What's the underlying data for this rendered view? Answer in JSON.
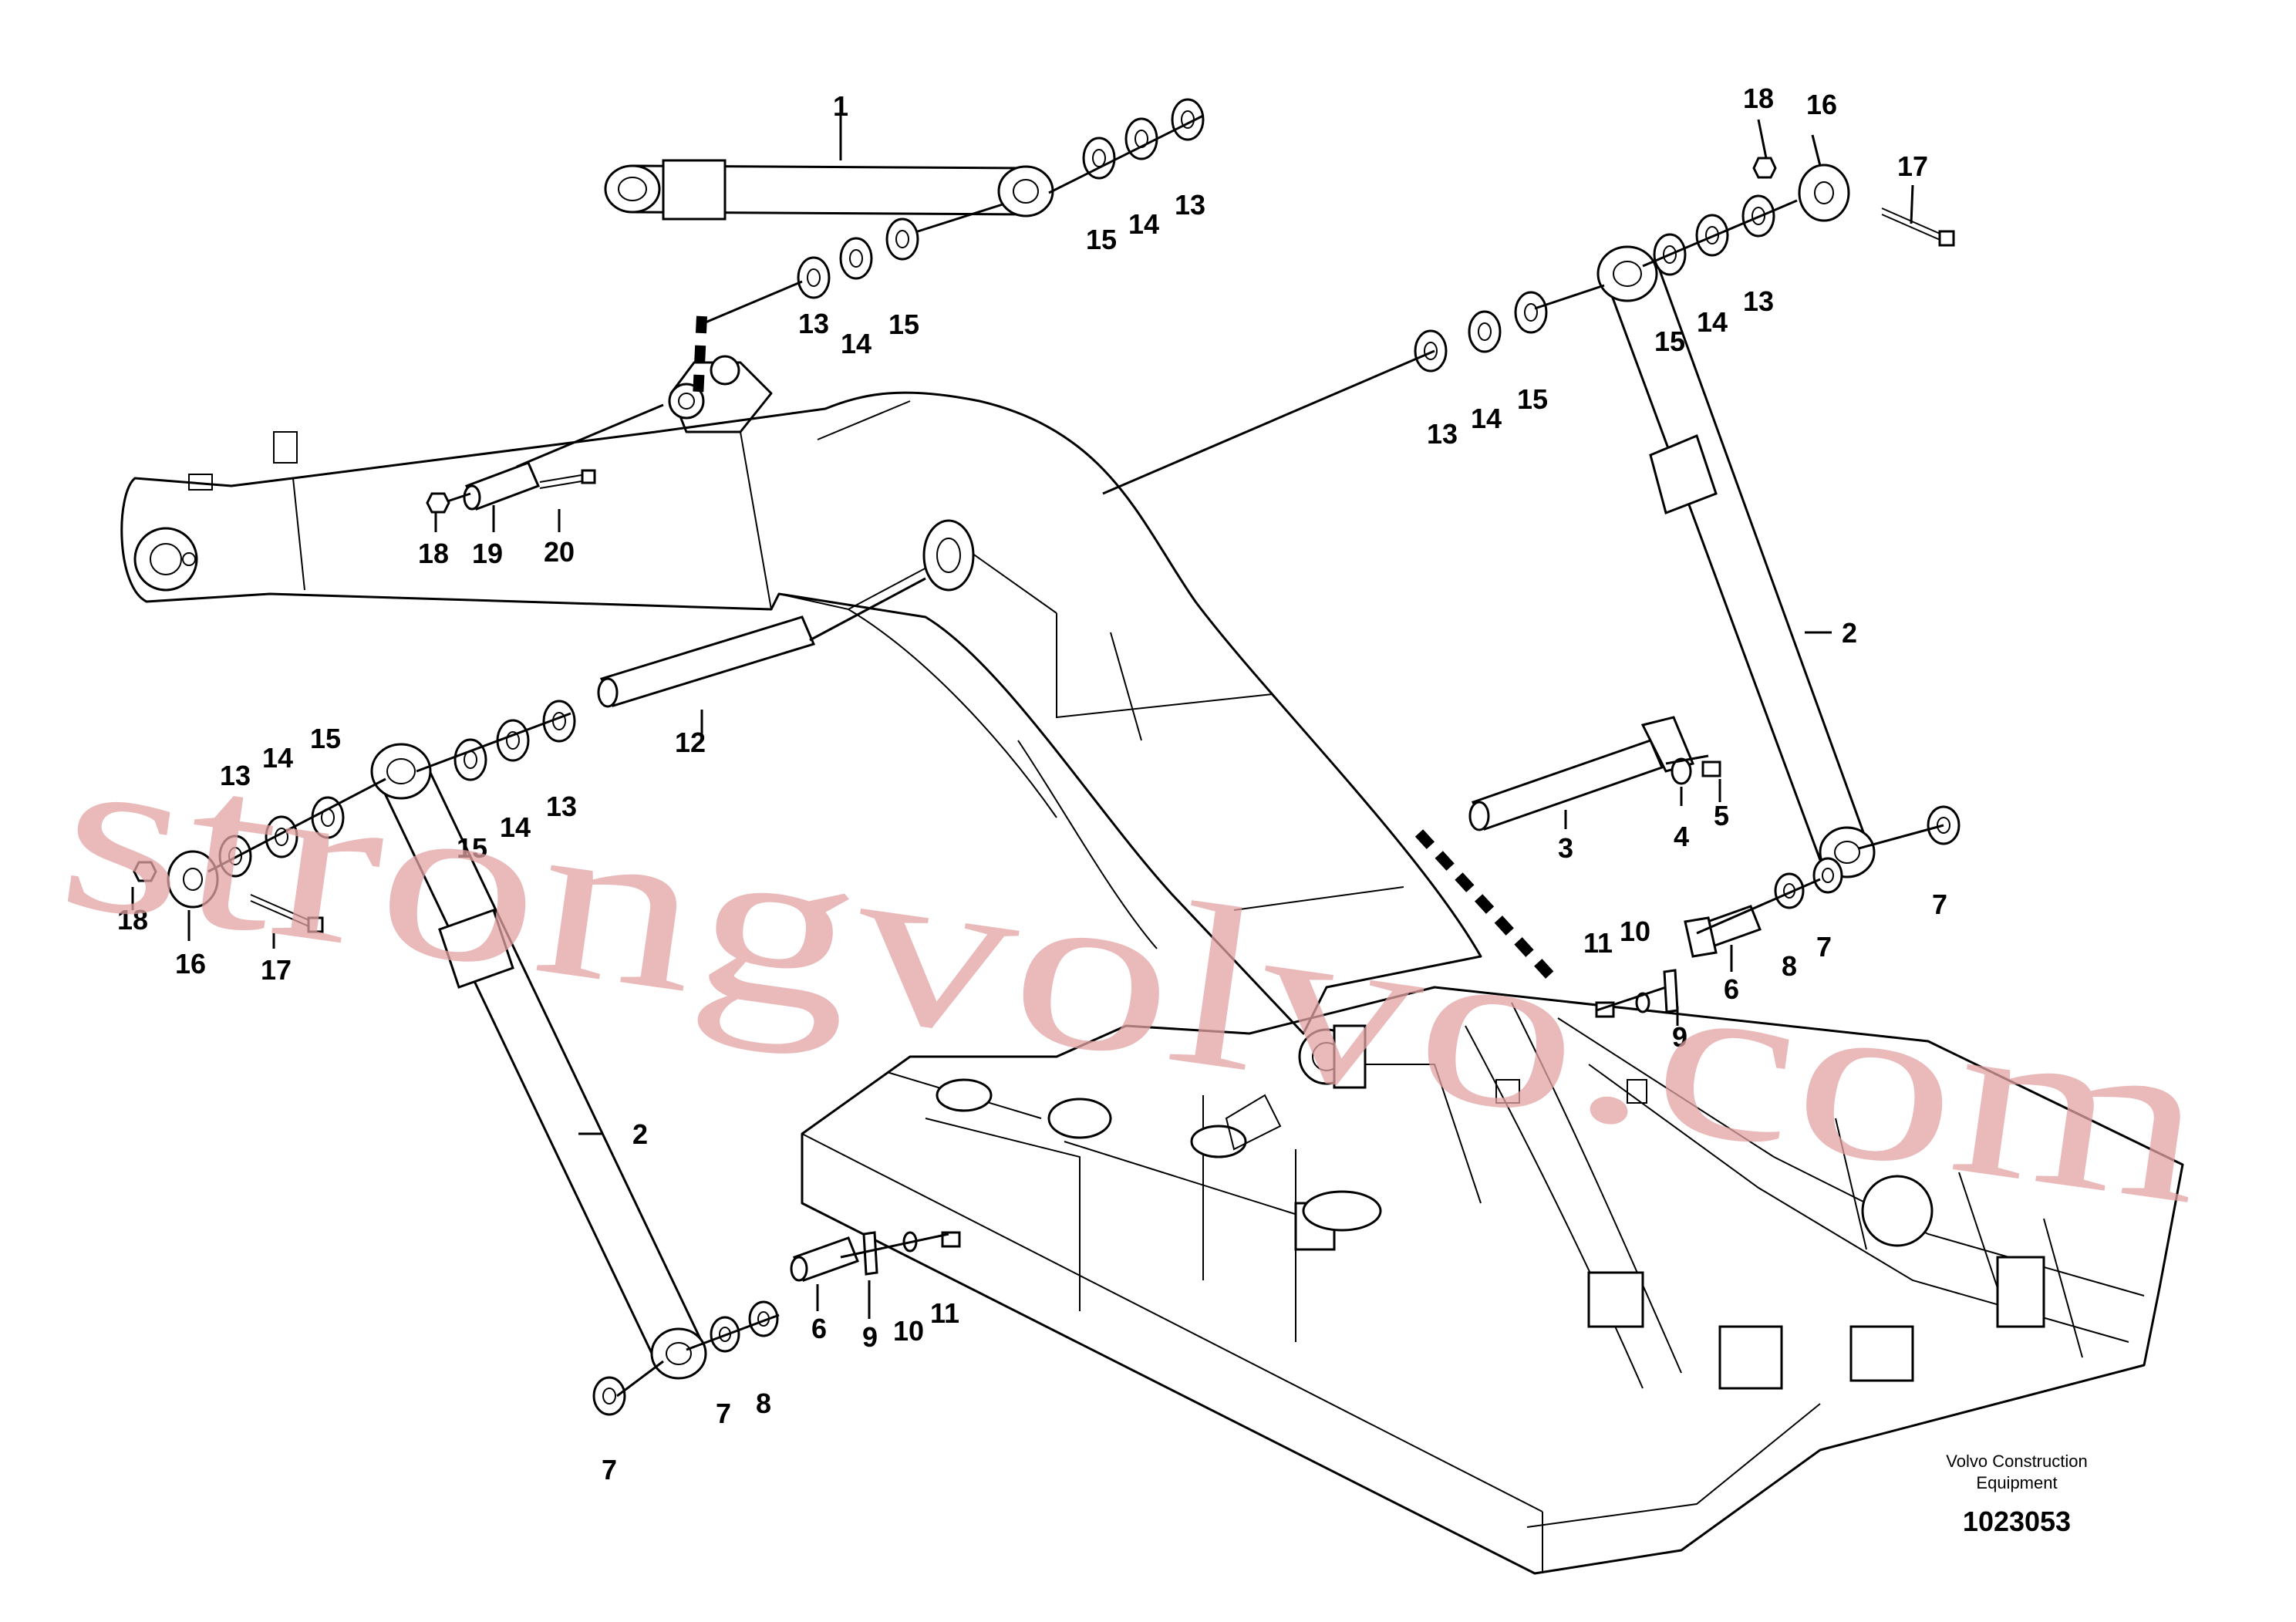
{
  "watermark": "strongvolvo.com",
  "company": {
    "line1": "Volvo Construction",
    "line2": "Equipment"
  },
  "drawing_number": "1023053",
  "callouts": [
    {
      "id": "c1",
      "label": "1"
    },
    {
      "id": "c2a",
      "label": "2"
    },
    {
      "id": "c2b",
      "label": "2"
    },
    {
      "id": "c3",
      "label": "3"
    },
    {
      "id": "c4",
      "label": "4"
    },
    {
      "id": "c5",
      "label": "5"
    },
    {
      "id": "c6a",
      "label": "6"
    },
    {
      "id": "c6b",
      "label": "6"
    },
    {
      "id": "c7a",
      "label": "7"
    },
    {
      "id": "c7b",
      "label": "7"
    },
    {
      "id": "c7c",
      "label": "7"
    },
    {
      "id": "c7d",
      "label": "7"
    },
    {
      "id": "c8a",
      "label": "8"
    },
    {
      "id": "c8b",
      "label": "8"
    },
    {
      "id": "c9a",
      "label": "9"
    },
    {
      "id": "c9b",
      "label": "9"
    },
    {
      "id": "c10a",
      "label": "10"
    },
    {
      "id": "c10b",
      "label": "10"
    },
    {
      "id": "c11a",
      "label": "11"
    },
    {
      "id": "c11b",
      "label": "11"
    },
    {
      "id": "c12",
      "label": "12"
    },
    {
      "id": "c13a",
      "label": "13"
    },
    {
      "id": "c13b",
      "label": "13"
    },
    {
      "id": "c13c",
      "label": "13"
    },
    {
      "id": "c13d",
      "label": "13"
    },
    {
      "id": "c13e",
      "label": "13"
    },
    {
      "id": "c13f",
      "label": "13"
    },
    {
      "id": "c14a",
      "label": "14"
    },
    {
      "id": "c14b",
      "label": "14"
    },
    {
      "id": "c14c",
      "label": "14"
    },
    {
      "id": "c14d",
      "label": "14"
    },
    {
      "id": "c14e",
      "label": "14"
    },
    {
      "id": "c14f",
      "label": "14"
    },
    {
      "id": "c15a",
      "label": "15"
    },
    {
      "id": "c15b",
      "label": "15"
    },
    {
      "id": "c15c",
      "label": "15"
    },
    {
      "id": "c15d",
      "label": "15"
    },
    {
      "id": "c15e",
      "label": "15"
    },
    {
      "id": "c15f",
      "label": "15"
    },
    {
      "id": "c16a",
      "label": "16"
    },
    {
      "id": "c16b",
      "label": "16"
    },
    {
      "id": "c17a",
      "label": "17"
    },
    {
      "id": "c17b",
      "label": "17"
    },
    {
      "id": "c18a",
      "label": "18"
    },
    {
      "id": "c18b",
      "label": "18"
    },
    {
      "id": "c18c",
      "label": "18"
    },
    {
      "id": "c19",
      "label": "19"
    },
    {
      "id": "c20",
      "label": "20"
    }
  ]
}
